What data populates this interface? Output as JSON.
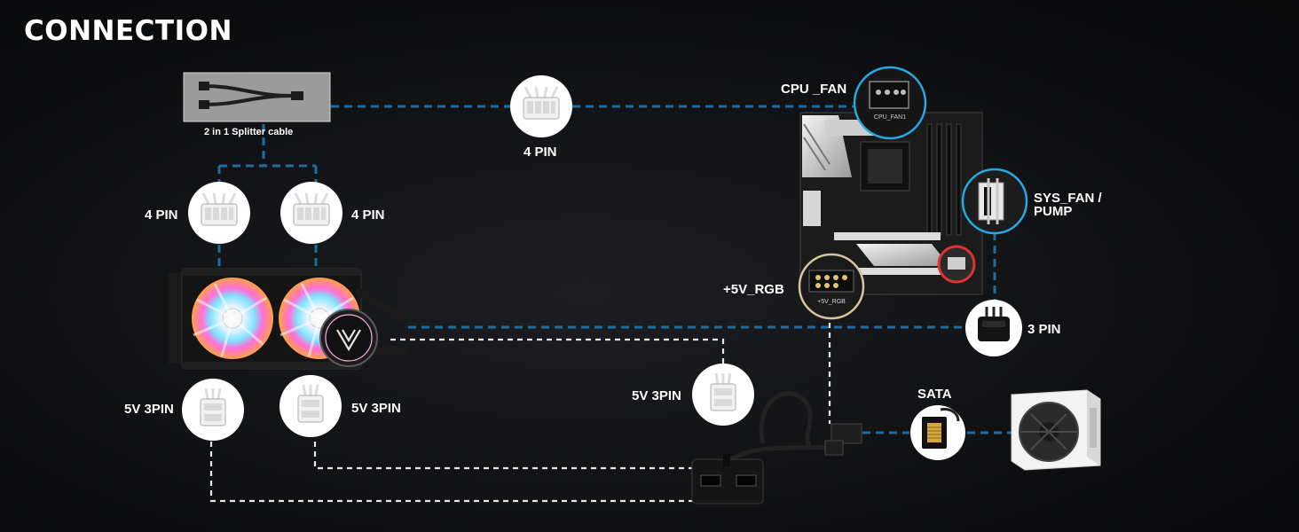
{
  "title": "CONNECTION",
  "labels": {
    "splitter": "2 in 1 Splitter cable",
    "pin4_top": "4 PIN",
    "pin4_left": "4 PIN",
    "pin4_right": "4 PIN",
    "cpu_fan": "CPU _FAN",
    "sys_fan_line1": "SYS_FAN /",
    "sys_fan_line2": "PUMP",
    "rgb_5v": "+5V_RGB",
    "pin3": "3 PIN",
    "v3pin_left": "5V 3PIN",
    "v3pin_right": "5V 3PIN",
    "v3pin_hub": "5V 3PIN",
    "sata": "SATA"
  },
  "board_text": {
    "cpu_fan_header": "CPU_FAN1",
    "rgb_header": "+5V_RGB"
  },
  "colors": {
    "background": "#0c0d0f",
    "blue_line": "#1f6d9e",
    "white_line": "#e6e6e6",
    "callout_ring": "#26a9e0",
    "connector_circle": "#ffffff"
  },
  "icons": [
    "splitter-cable-image",
    "4pin-connector-icon",
    "3pin-connector-icon",
    "argb-3pin-connector-icon",
    "sata-connector-icon",
    "motherboard-image",
    "aio-cooler-image",
    "rgb-hub-image",
    "psu-image"
  ]
}
